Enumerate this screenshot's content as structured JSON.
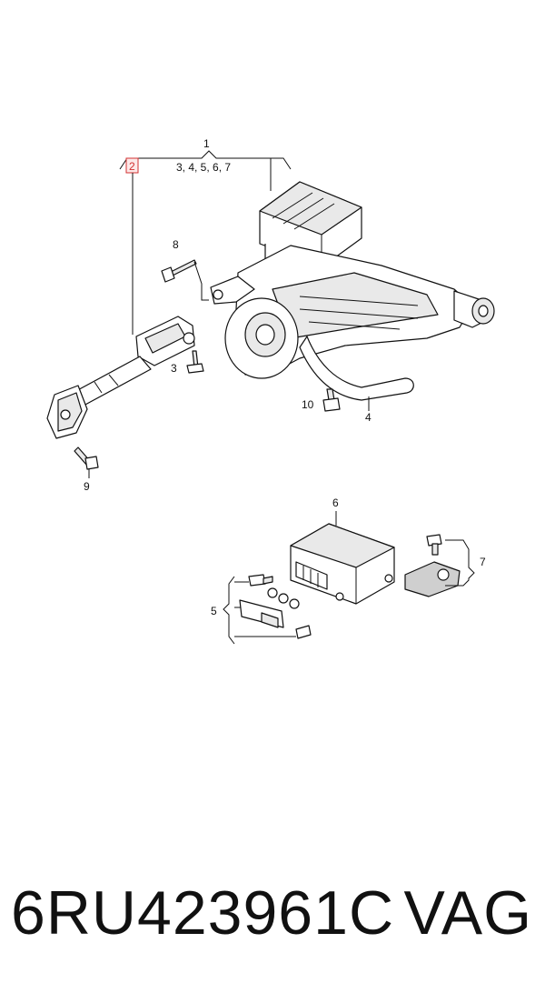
{
  "callouts": {
    "c1": "1",
    "c1_sub": "3, 4, 5, 6, 7",
    "c2": "2",
    "c3": "3",
    "c4": "4",
    "c5": "5",
    "c6": "6",
    "c7": "7",
    "c8": "8",
    "c9": "9",
    "c10": "10"
  },
  "footer": {
    "part_number": "6RU423961C",
    "brand": "VAG"
  },
  "colors": {
    "highlight": "#d23030",
    "line": "#111111"
  }
}
